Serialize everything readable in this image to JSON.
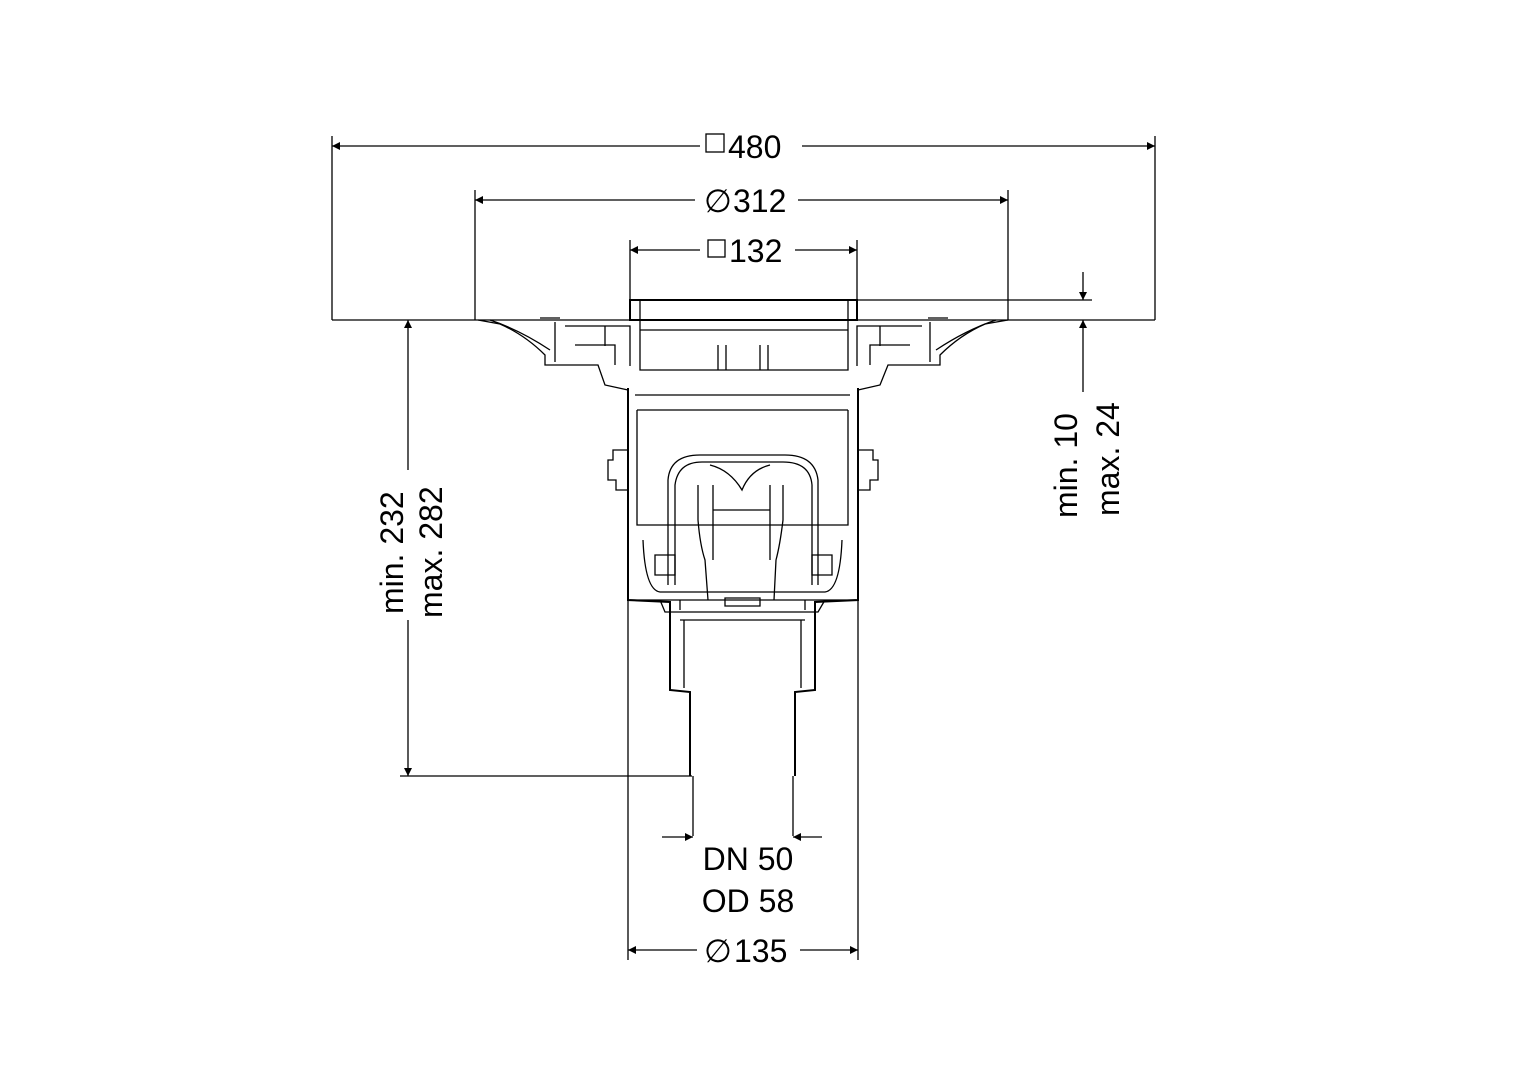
{
  "dimensions": {
    "overall_square": {
      "symbol": "□",
      "value": "480"
    },
    "flange_diameter": {
      "symbol": "∅",
      "value": "312"
    },
    "grate_square": {
      "symbol": "□",
      "value": "132"
    },
    "body_diameter": {
      "symbol": "∅",
      "value": "135"
    },
    "outlet_dn": "DN 50",
    "outlet_od": "OD 58",
    "height_min": "min. 232",
    "height_max": "max. 282",
    "grate_adjust_min": "min. 10",
    "grate_adjust_max": "max. 24"
  },
  "colors": {
    "line": "#000000",
    "background": "#ffffff"
  }
}
